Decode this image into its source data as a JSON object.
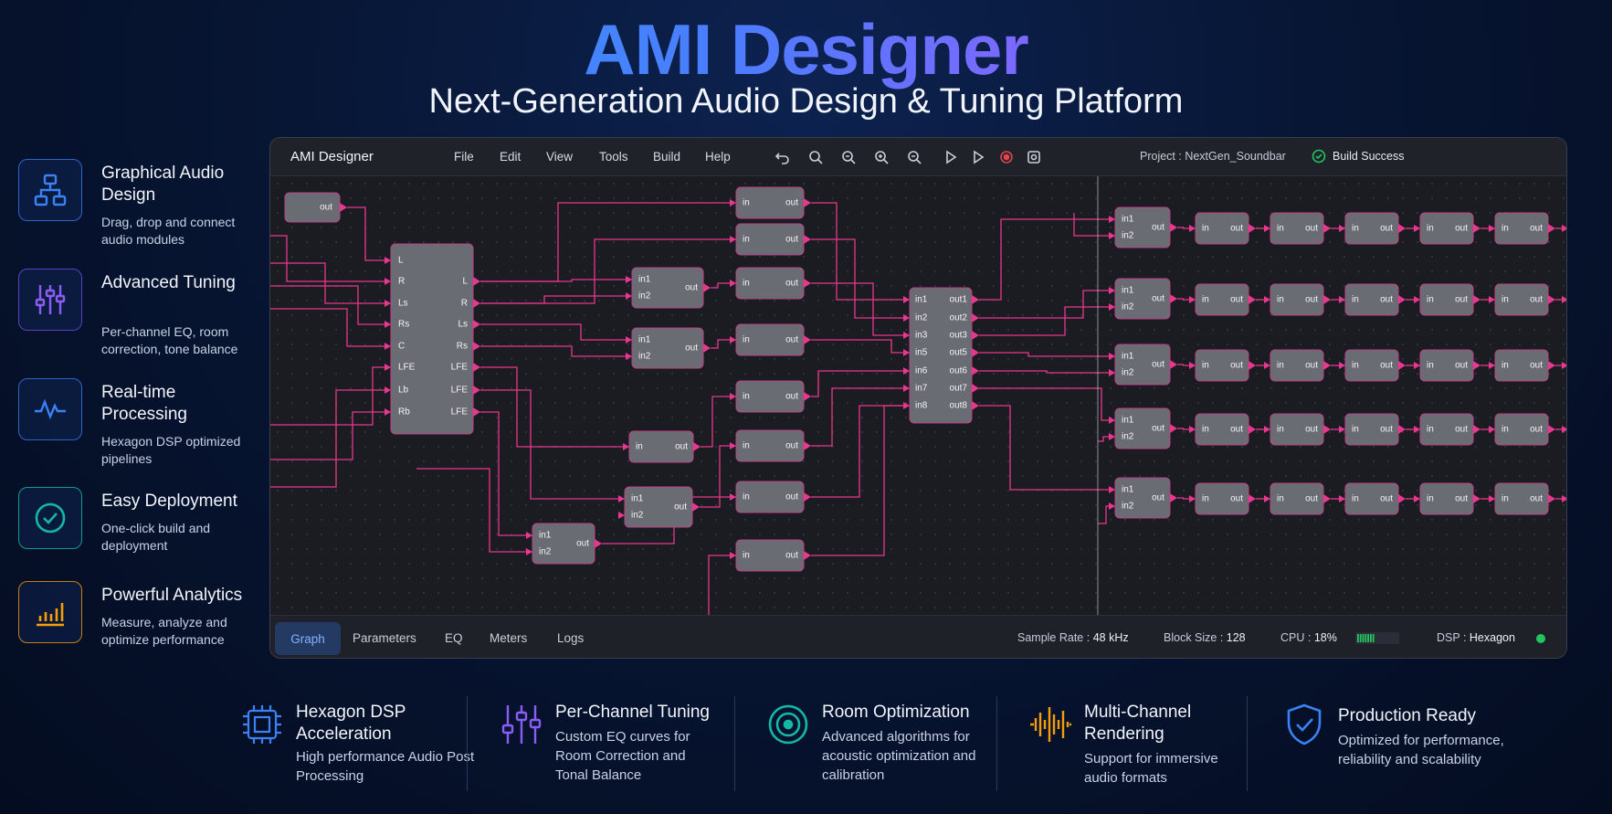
{
  "hero": {
    "title": "AMI Designer",
    "subtitle": "Next-Generation Audio Design & Tuning Platform"
  },
  "features": [
    {
      "icon": "flowchart-icon",
      "title": "Graphical Audio Design",
      "desc": "Drag, drop and connect audio modules",
      "color": "#3b82f6"
    },
    {
      "icon": "sliders-icon",
      "title": "Advanced Tuning",
      "desc": "Per-channel EQ, room correction, tone balance",
      "color": "#8b5cf6"
    },
    {
      "icon": "waveform-icon",
      "title": "Real-time Processing",
      "desc": "Hexagon DSP optimized pipelines",
      "color": "#3b82f6"
    },
    {
      "icon": "check-circle-icon",
      "title": "Easy Deployment",
      "desc": "One-click build and deployment",
      "color": "#14b8a6"
    },
    {
      "icon": "bar-chart-icon",
      "title": "Powerful Analytics",
      "desc": "Measure, analyze and optimize performance",
      "color": "#f59e0b"
    }
  ],
  "app": {
    "title": "AMI Designer",
    "menu": [
      "File",
      "Edit",
      "View",
      "Tools",
      "Build",
      "Help"
    ],
    "toolbar_icons": [
      "undo-icon",
      "zoom-fit-icon",
      "zoom-out-icon",
      "zoom-in-icon",
      "zoom-reset-icon",
      "play-icon",
      "step-icon",
      "record-icon",
      "snapshot-icon"
    ],
    "project_label": "Project",
    "project_name": "NextGen_Soundbar",
    "build_status": "Build Success",
    "graph": {
      "source_label": "out",
      "splitter_inputs": [
        "L",
        "R",
        "Ls",
        "Rs",
        "C",
        "LFE",
        "Lb",
        "Rb"
      ],
      "splitter_outputs": [
        "L",
        "R",
        "Ls",
        "Rs",
        "LFE",
        "LFE",
        "LFE"
      ],
      "port_in": "in",
      "port_out": "out",
      "port_in1": "in1",
      "port_in2": "in2",
      "mixer_inputs": [
        "in1",
        "in2",
        "in3",
        "in5",
        "in6",
        "in7",
        "in8"
      ],
      "mixer_outputs": [
        "out1",
        "out2",
        "out3",
        "out5",
        "out6",
        "out7",
        "out8"
      ]
    },
    "bottom_tabs": [
      "Graph",
      "Parameters",
      "EQ",
      "Meters",
      "Logs"
    ],
    "status": {
      "sample_rate_label": "Sample Rate",
      "sample_rate": "48 kHz",
      "block_size_label": "Block Size",
      "block_size": "128",
      "cpu_label": "CPU",
      "cpu": "18%",
      "cpu_fraction": 0.18,
      "dsp_label": "DSP",
      "dsp": "Hexagon"
    }
  },
  "bottom_features": [
    {
      "icon": "chip-icon",
      "title": "Hexagon DSP Acceleration",
      "desc": "High performance Audio Post Processing",
      "color": "#3b82f6"
    },
    {
      "icon": "sliders-icon",
      "title": "Per-Channel Tuning",
      "desc": "Custom EQ curves for Room Correction and Tonal Balance",
      "color": "#8b5cf6"
    },
    {
      "icon": "target-icon",
      "title": "Room Optimization",
      "desc": "Advanced algorithms for acoustic optimization and calibration",
      "color": "#14b8a6"
    },
    {
      "icon": "soundwave-icon",
      "title": "Multi-Channel Rendering",
      "desc": "Support for immersive audio formats",
      "color": "#f59e0b"
    },
    {
      "icon": "shield-check-icon",
      "title": "Production Ready",
      "desc": "Optimized for performance, reliability and scalability",
      "color": "#3b82f6"
    }
  ]
}
